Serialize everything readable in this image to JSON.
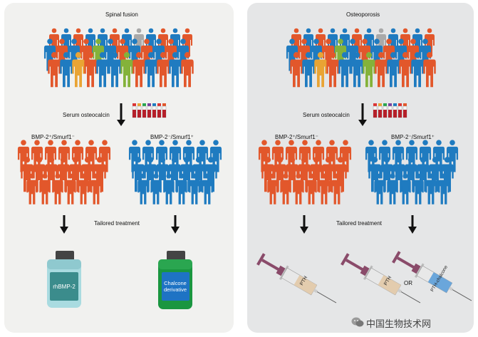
{
  "left_panel": {
    "title": "Spinal fusion",
    "biomarker": "Serum osteocalcin",
    "group_a": "BMP-2⁺/Smurf1⁻",
    "group_b": "BMP-2⁻/Smurf1⁺",
    "treatment": "Tailored treatment",
    "drug_a": "rhBMP-2",
    "drug_b_line1": "Chalcone",
    "drug_b_line2": "derivative"
  },
  "right_panel": {
    "title": "Osteoporosis",
    "biomarker": "Serum osteocalcin",
    "group_a": "BMP-2⁺/Smurf1⁻",
    "group_b": "BMP-2⁻/Smurf1⁺",
    "treatment": "Tailored treatment",
    "syringe_a": "PTH",
    "syringe_b": "PTH",
    "or_label": "OR",
    "syringe_c": "PTH-chalcone"
  },
  "watermark": "中国生物技术网",
  "colors": {
    "orange": "#e2572b",
    "blue": "#1f7bc0",
    "grey": "#a9a9a9",
    "green": "#84b23a",
    "yellow": "#e9a434",
    "teal_bottle": "#3b8c8c",
    "green_bottle": "#1a9640",
    "plunger": "#8a4b6a"
  }
}
